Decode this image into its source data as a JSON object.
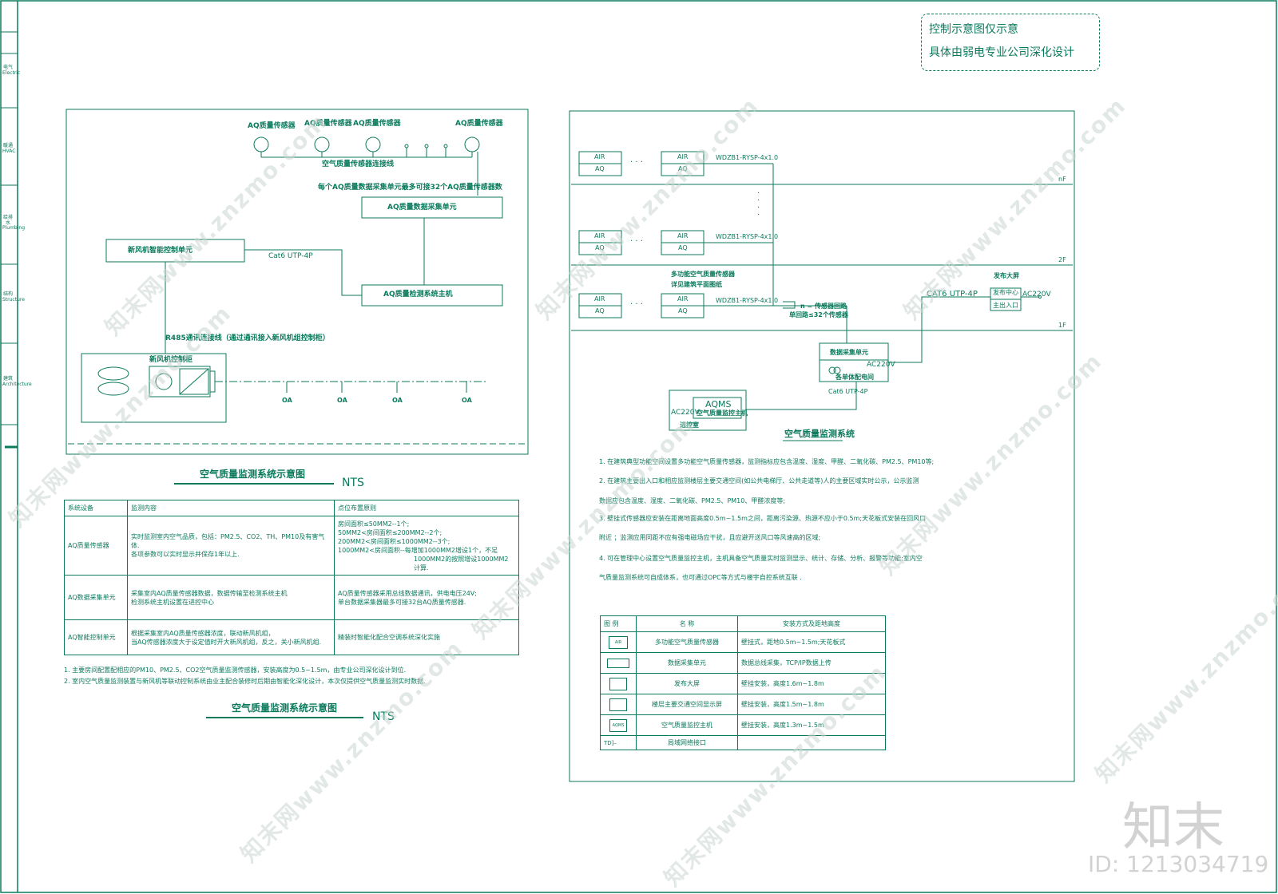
{
  "note": {
    "line1": "控制示意图仅示意",
    "line2": "具体由弱电专业公司深化设计"
  },
  "side_labels": [
    "电气 Electric",
    "暖通 HVAC",
    "给排水 Plumbing",
    "结构 Structure",
    "建筑 Architecture"
  ],
  "left": {
    "sensor_label": "AQ质量传感器",
    "sensor_bus": "空气质量传感器连接线",
    "collector_note": "每个AQ质量数据采集单元最多可接32个AQ质量传感器数",
    "collector": "AQ质量数据采集单元",
    "fresh_ctrl_unit": "新风机智能控制单元",
    "cat6": "Cat6 UTP-4P",
    "host": "AQ质量检测系统主机",
    "r485": "R485通讯连接线（通过通讯接入新风机组控制柜）",
    "cabinet": "新风机控制柜",
    "oa": "OA",
    "title": "空气质量监测系统示意图",
    "nts": "NTS"
  },
  "table1": {
    "headers": [
      "系统设备",
      "监测内容",
      "点位布置原则"
    ],
    "rows": [
      {
        "device": "AQ质量传感器",
        "content": [
          "实时监测室内空气品质，包括：PM2.5、CO2、TH、PM10及有害气体.",
          "各项参数可以实时显示并保存1年以上."
        ],
        "rule": [
          "房间面积≤50MM2--1个;",
          "50MM2<房间面积≤200MM2--2个;",
          "200MM2<房间面积≤1000MM2--3个;",
          "1000MM2<房间面积--每增加1000MM2增设1个，不足",
          "1000MM2的按照增设1000MM2",
          "计算."
        ]
      },
      {
        "device": "AQ数据采集单元",
        "content": [
          "采集室内AQ质量传感器数据，数据传输至检测系统主机",
          "检测系统主机设置在进控中心"
        ],
        "rule": [
          "AQ质量传感器采用总线数据通讯，供电电压24V;",
          "单台数据采集器最多可接32台AQ质量传感器."
        ]
      },
      {
        "device": "AQ智能控制单元",
        "content": [
          "根据采集室内AQ质量传感器浓度，联动新风机组，",
          "当AQ传感器浓度大于设定值时开大新风机组，反之，关小新风机组."
        ],
        "rule": [
          "精装时智能化配合空调系统深化实施"
        ]
      }
    ],
    "notes": [
      "1. 主要房间配置配相应的PM10、PM2.5、CO2空气质量监测传感器，安装高度为0.5~1.5m，由专业公司深化设计到位.",
      "2. 室内空气质量监测装置与新风机等联动控制系统由业主配合装修时后期由智能化深化设计，本次仅提供空气质量监测实时数据."
    ],
    "title": "空气质量监测系统示意图",
    "nts": "NTS"
  },
  "right": {
    "air": "AIR",
    "aq": "AQ",
    "dots": "· · ·",
    "cable": "WDZB1-RYSP-4x1.0",
    "floors": [
      "nF",
      "2F",
      "1F"
    ],
    "multi_sensor": [
      "多功能空气质量传感器",
      "详见建筑平面图纸"
    ],
    "loop": [
      "n = 传感器回路",
      "单回路≤32个传感器"
    ],
    "cat6": "CAT6 UTP-4P",
    "screen_title": "发布大屏",
    "screen": [
      "发布中心",
      "主出入口"
    ],
    "ac220v": "AC220V",
    "collector": "数据采集单元",
    "collector_sub": "各单体配电间",
    "cat6_small": "Cat6 UTP-4P",
    "aqms": "AQMS",
    "aqms_sub": "空气质量监控主机",
    "control_room": "进控室",
    "title": "空气质量监测系统",
    "notes": [
      "1.  在建筑典型功能空间设置多功能空气质量传感器，监测指标应包含温度、湿度、甲醛、二氧化碳、PM2.5、PM10等;",
      "2.  在建筑主要出入口和相应监测楼层主要交通空间(如公共电梯厅、公共走道等)人的主要区域实时公示，公示监测",
      "     数据应包含温度、湿度、二氧化碳、PM2.5、PM10、甲醛浓度等;",
      "3.  壁挂式传感器应安装在距离地面高度0.5m~1.5m之间，距离污染源、热源不应小于0.5m;天花板式安装在回风口",
      "     附近 ；监测应用同距不应有强电磁场应干扰，且应避开送风口等风速高的区域;",
      "4.  可在管理中心设置空气质量监控主机，主机具备空气质量实时监测显示、统计、存储、分析、报警等功能;室内空",
      "     气质量监测系统可自成体系，也可通过OPC等方式与楼宇自控系统互联  ."
    ]
  },
  "legend": {
    "headers": [
      "图  例",
      "名  称",
      "安装方式及距地高度"
    ],
    "rows": [
      {
        "icon": "AIR/AQ",
        "name": "多功能空气质量传感器",
        "install": "壁挂式，距地0.5m~1.5m;天花板式"
      },
      {
        "icon": "数据采集单元",
        "name": "数据采集单元",
        "install": "数据总线采集，TCP/IP数据上传"
      },
      {
        "icon": "发布大屏",
        "name": "发布大屏",
        "install": "壁挂安装，高度1.6m~1.8m"
      },
      {
        "icon": "显示屏",
        "name": "楼层主要交通空间显示屏",
        "install": "壁挂安装，高度1.5m~1.8m"
      },
      {
        "icon": "AQMS",
        "name": "空气质量监控主机",
        "install": "壁挂安装，高度1.3m~1.5m"
      },
      {
        "icon": "TD",
        "name": "局域网络接口",
        "install": ""
      }
    ]
  },
  "watermark": {
    "text": "知末网www.znzmo.com",
    "brand": "知末",
    "id": "ID: 1213034719"
  }
}
